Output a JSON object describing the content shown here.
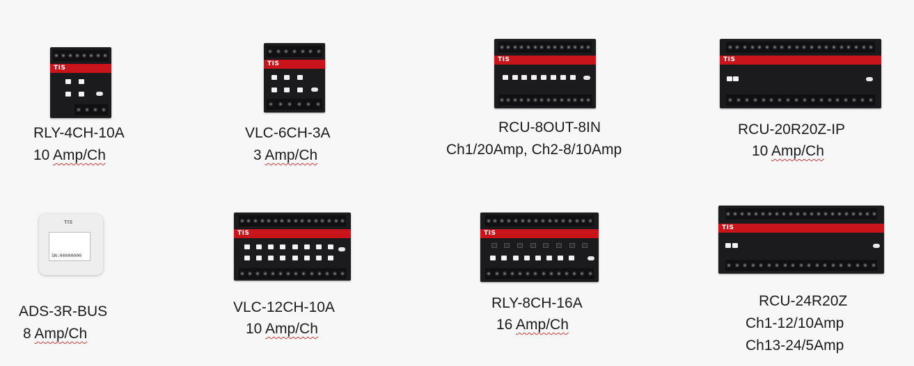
{
  "products": [
    {
      "name": "RLY-4CH-10A",
      "rating_value": "10",
      "rating_unit": "Amp/Ch",
      "brand": "TIS"
    },
    {
      "name": "VLC-6CH-3A",
      "rating_value": "3",
      "rating_unit": "Amp/Ch",
      "brand": "TIS"
    },
    {
      "name": "RCU-8OUT-8IN",
      "rating_line": "Ch1/20Amp, Ch2-8/10Amp",
      "brand": "TIS"
    },
    {
      "name": "RCU-20R20Z-IP",
      "rating_value": "10",
      "rating_unit": "Amp/Ch",
      "brand": "TIS"
    },
    {
      "name": "ADS-3R-BUS",
      "rating_value": "8",
      "rating_unit": "Amp/Ch",
      "serial": "SN:00000000"
    },
    {
      "name": "VLC-12CH-10A",
      "rating_value": "10",
      "rating_unit": "Amp/Ch",
      "brand": "TIS"
    },
    {
      "name": "RLY-8CH-16A",
      "rating_value": "16",
      "rating_unit": "Amp/Ch",
      "brand": "TIS"
    },
    {
      "name": "RCU-24R20Z",
      "rating_line_1": "Ch1-12/10Amp",
      "rating_line_2": "Ch13-24/5Amp",
      "brand": "TIS"
    }
  ]
}
